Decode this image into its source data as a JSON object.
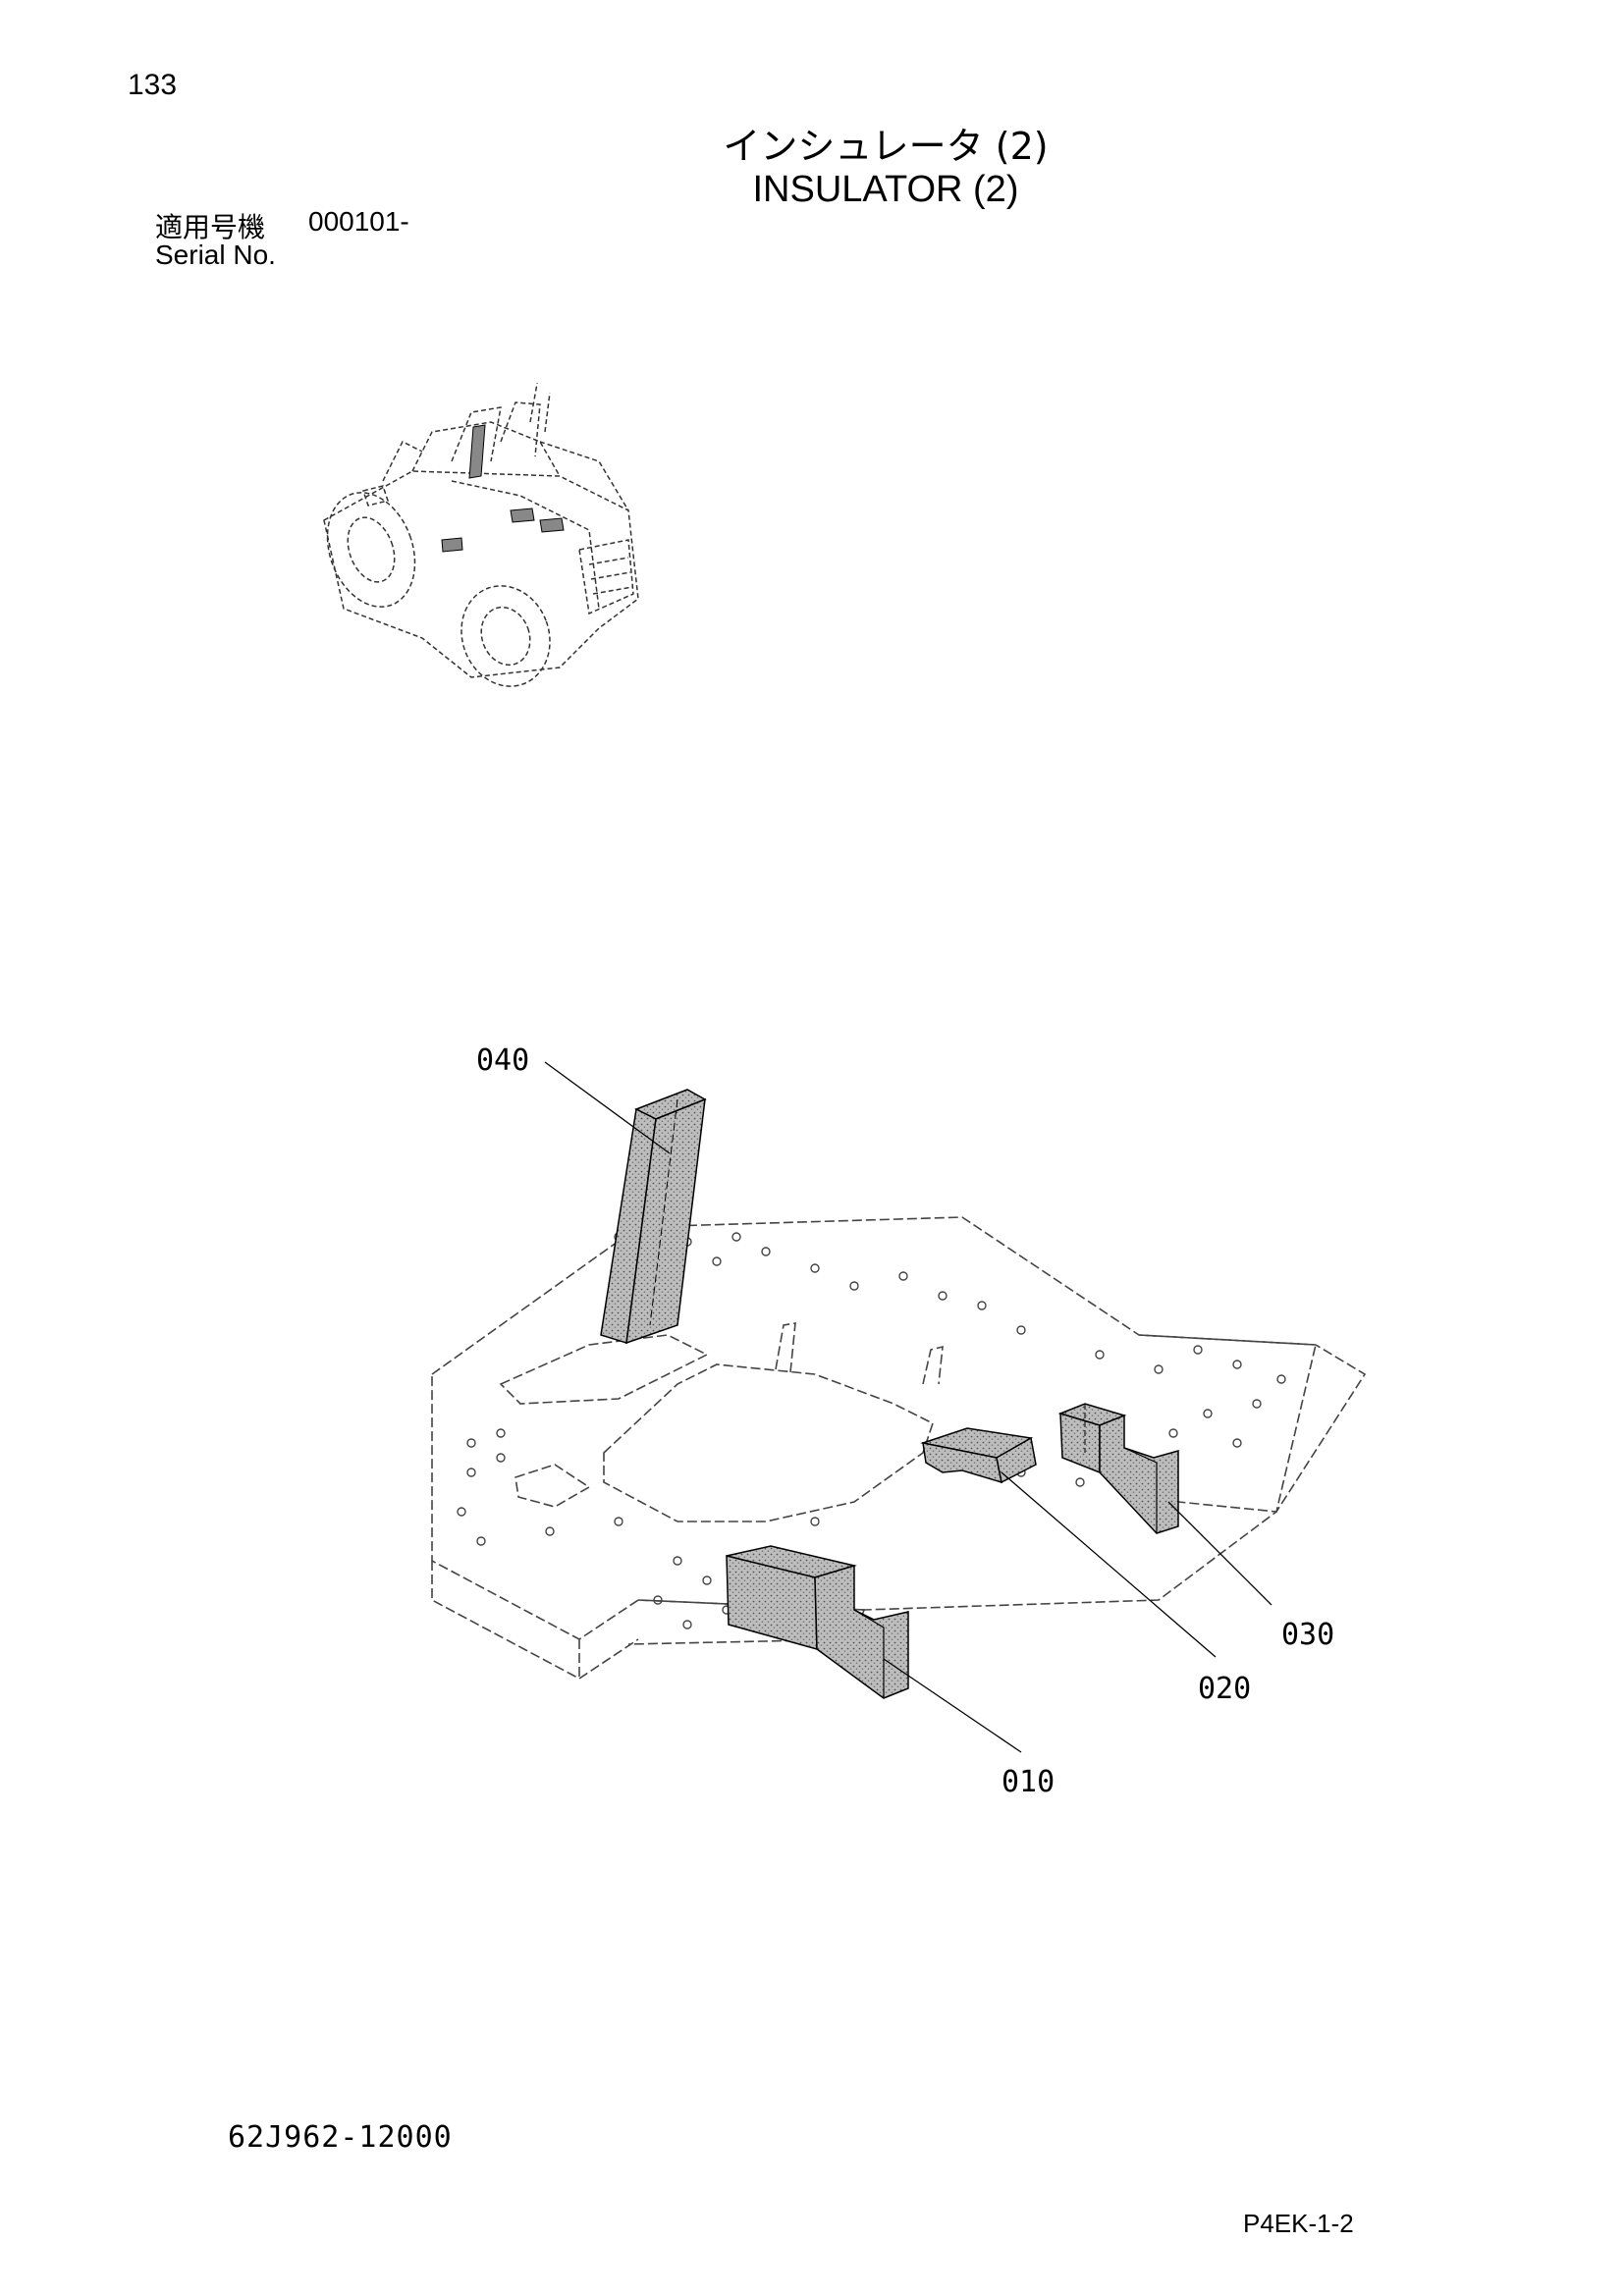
{
  "page": {
    "number": "133",
    "title_jp": "インシュレータ (2)",
    "title_en": "INSULATOR (2)"
  },
  "serial": {
    "label_jp": "適用号機",
    "value": "000101-",
    "label_en": "Serial No."
  },
  "callouts": {
    "c010": "010",
    "c020": "020",
    "c030": "030",
    "c040": "040"
  },
  "footer": {
    "drawing_code": "62J962-12000",
    "page_code": "P4EK-1-2"
  }
}
